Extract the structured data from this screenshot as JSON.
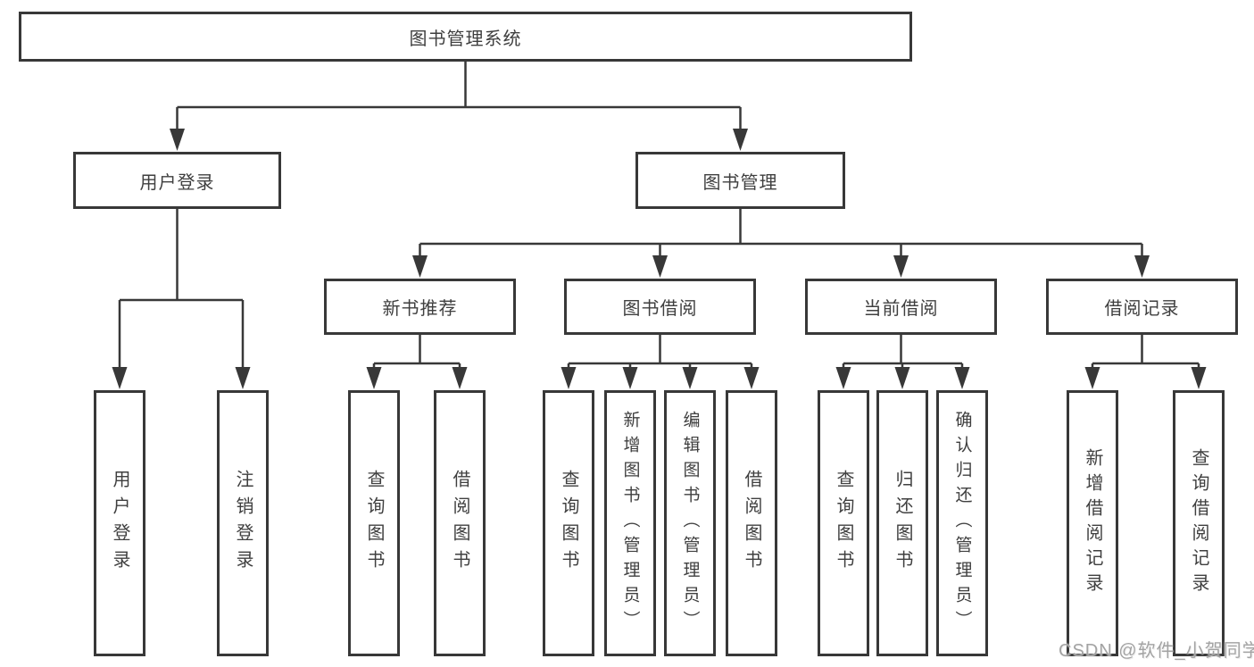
{
  "diagram": {
    "tree": {
      "root": "图书管理系统",
      "branches": [
        {
          "label": "用户登录",
          "leaves": [
            "用户登录",
            "注销登录"
          ]
        },
        {
          "label": "图书管理",
          "sections": [
            {
              "label": "新书推荐",
              "leaves": [
                "查询图书",
                "借阅图书"
              ]
            },
            {
              "label": "图书借阅",
              "leaves": [
                "查询图书",
                "新增图书（管理员）",
                "编辑图书（管理员）",
                "借阅图书"
              ]
            },
            {
              "label": "当前借阅",
              "leaves": [
                "查询图书",
                "归还图书",
                "确认归还（管理员）"
              ]
            },
            {
              "label": "借阅记录",
              "leaves": [
                "新增借阅记录",
                "查询借阅记录"
              ]
            }
          ]
        }
      ]
    },
    "colors": {
      "line": "#383838",
      "box_border": "#383838",
      "text": "#3f3f3f",
      "background": "#ffffff",
      "watermark": "#a3a3a3"
    }
  },
  "watermark": "CSDN @软件_小贺同学"
}
